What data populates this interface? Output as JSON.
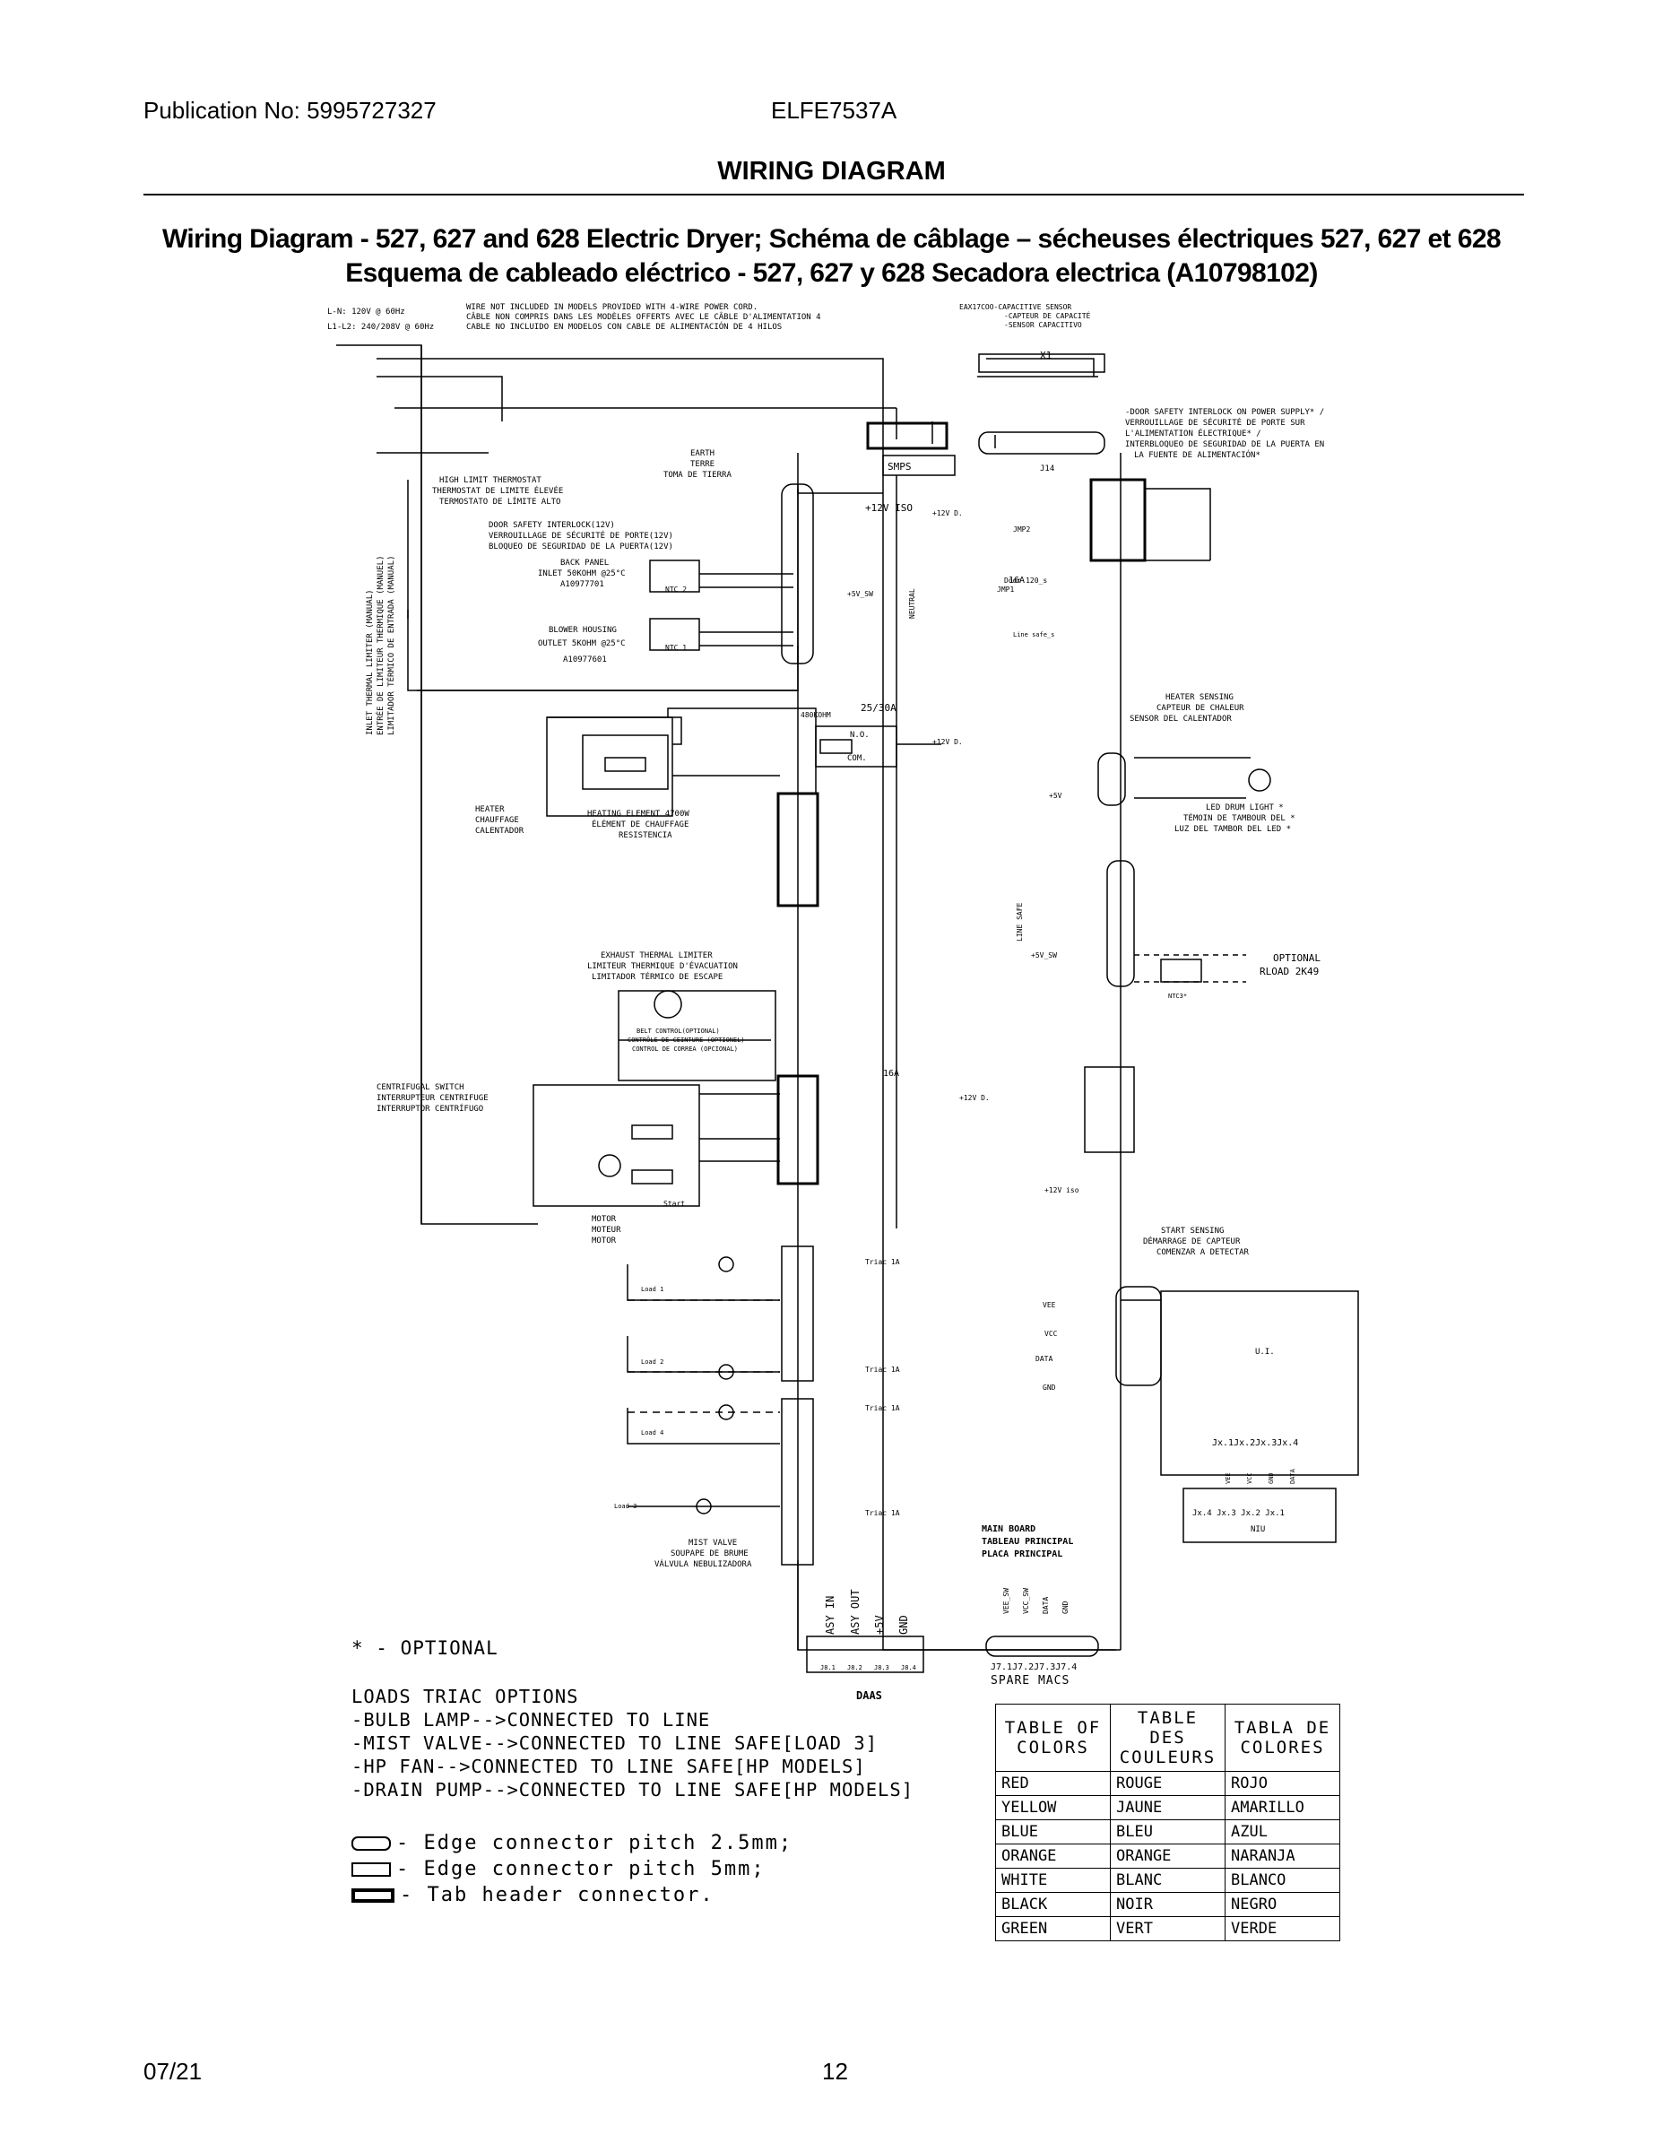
{
  "header": {
    "publication": "Publication No: 5995727327",
    "model": "ELFE7537A",
    "section": "WIRING DIAGRAM"
  },
  "title": {
    "line1": "Wiring Diagram - 527, 627 and 628 Electric Dryer; Schéma de câblage – sécheuses électriques 527, 627 et 628",
    "line2": "Esquema de cableado eléctrico - 527, 627 y 628 Secadora electrica (A10798102)"
  },
  "diagram": {
    "supply": [
      "L-N: 120V @ 60Hz",
      "L1-L2: 240/208V @ 60Hz"
    ],
    "wire_note": [
      "WIRE NOT INCLUDED IN MODELS PROVIDED WITH 4-WIRE POWER CORD.",
      "CÂBLE NON COMPRIS DANS LES MODÈLES OFFERTS AVEC LE CÂBLE D'ALIMENTATION 4",
      "CABLE NO INCLUIDO EN MODELOS CON CABLE DE ALIMENTACIÓN DE 4 HILOS"
    ],
    "sensor_note": [
      "EAX17COO-CAPACITIVE SENSOR",
      "-CAPTEUR DE CAPACITÉ",
      "-SENSOR CAPACITIVO"
    ],
    "door_note": [
      "-DOOR SAFETY INTERLOCK ON POWER SUPPLY* /",
      "VERROUILLAGE DE SÉCURITÉ DE PORTE SUR",
      "L'ALIMENTATION ÉLECTRIQUE* /",
      "INTERBLOQUEO DE SEGURIDAD DE LA PUERTA EN",
      "LA FUENTE DE ALIMENTACIÓN*"
    ],
    "earth": [
      "EARTH",
      "TERRE",
      "TOMA DE TIERRA"
    ],
    "high_limit": [
      "HIGH LIMIT THERMOSTAT",
      "THERMOSTAT DE LIMITE ÉLEVÉE",
      "TERMOSTATO DE LÍMITE ALTO"
    ],
    "door12": [
      "DOOR SAFETY INTERLOCK(12V)",
      "VERROUILLAGE DE SÉCURITÉ DE PORTE(12V)",
      "BLOQUEO DE SEGURIDAD DE LA PUERTA(12V)"
    ],
    "back_panel": [
      "BACK PANEL",
      "INLET 50KOHM @25°C",
      "A10977701"
    ],
    "blower": [
      "BLOWER HOUSING",
      "OUTLET 5KOHM @25°C",
      "A10977601"
    ],
    "inlet_limiter": [
      "INLET THERMAL LIMITER (MANUAL)",
      "ENTRÉE DE LIMITEUR THERMIQUE (MANUEL)",
      "LIMITADOR TÉRMICO DE ENTRADA (MANUAL)"
    ],
    "heater": [
      "HEATER",
      "CHAUFFAGE",
      "CALENTADOR"
    ],
    "heating_element": [
      "HEATING ELEMENT 4700W",
      "ÉLÉMENT DE CHAUFFAGE",
      "RESISTENCIA"
    ],
    "heater_sensing": [
      "HEATER SENSING",
      "CAPTEUR DE CHALEUR",
      "SENSOR DEL CALENTADOR"
    ],
    "led": [
      "LED DRUM LIGHT *",
      "TÉMOIN DE TAMBOUR DEL *",
      "LUZ DEL TAMBOR DEL LED *"
    ],
    "optional_rload": [
      "OPTIONAL",
      "RLOAD 2K49"
    ],
    "exhaust": [
      "EXHAUST THERMAL LIMITER",
      "LIMITEUR THERMIQUE D'ÉVACUATION",
      "LIMITADOR TÉRMICO DE ESCAPE"
    ],
    "belt": [
      "BELT CONTROL(OPTIONAL)",
      "CONTRÔLE DE CEINTURE (OPTIONEL)",
      "CONTROL DE CORREA (OPCIONAL)"
    ],
    "centrifugal": [
      "CENTRIFUGAL SWITCH",
      "INTERRUPTEUR CENTRIFUGE",
      "INTERRUPTOR CENTRÍFUGO"
    ],
    "motor": [
      "MOTOR",
      "MOTEUR",
      "MOTOR"
    ],
    "start_sensing": [
      "START SENSING",
      "DÉMARRAGE DE CAPTEUR",
      "COMENZAR A DETECTAR"
    ],
    "mist": [
      "MIST VALVE",
      "SOUPAPE DE BRUME",
      "VÁLVULA NEBULIZADORA"
    ],
    "main_board": [
      "MAIN BOARD",
      "TABLEAU PRINCIPAL",
      "PLACA PRINCIPAL"
    ],
    "daas_pins": [
      "ASY IN",
      "ASY OUT",
      "+5V",
      "GND"
    ],
    "daas_conn": [
      "J8.1",
      "J8.2",
      "J8.3",
      "J8.4"
    ],
    "daas": "DAAS",
    "macs_pins": [
      "VEE_SW",
      "VCC_SW",
      "DATA",
      "GND"
    ],
    "macs_conn": "J7.1J7.2J7.3J7.4",
    "macs": "SPARE MACS",
    "ui_pins": [
      "VEE",
      "VCC",
      "DATA",
      "GND"
    ],
    "ui_label": "U.I.",
    "niu_conn": "Jx.4 Jx.3 Jx.2 Jx.1",
    "niu": "NIU",
    "niu_top": "Jx.1Jx.2Jx.3Jx.4",
    "niu_pins": [
      "VEE",
      "VCC",
      "GND",
      "DATA"
    ],
    "x1": "X1",
    "j14": "J14",
    "smps": "SMPS",
    "relay": "25/30A",
    "ohm": "480KOHM",
    "no": "N.O.",
    "com": "COM.",
    "neutral": "NEUTRAL",
    "line_safe": "LINE SAFE",
    "jmp2": "JMP2",
    "jmp1": "JMP1",
    "door120": "Door 120_s",
    "line_safe_s": "Line safe_s",
    "a16": "16A",
    "triac": "Triac 1A",
    "loads": [
      "Load 1",
      "Load 2",
      "Load 4",
      "Load 3"
    ],
    "start": "Start",
    "iso": "+12V ISO",
    "twelve_v": "+12V D.",
    "five_v_sw": "+5V_SW",
    "five_v": "+5V",
    "twelve_iso": "+12V iso",
    "ntc": [
      "NTC 2",
      "NTC 1",
      "NTC3*"
    ]
  },
  "notes": {
    "optional": "* - OPTIONAL",
    "loads_header": "LOADS TRIAC OPTIONS",
    "loads": [
      "-BULB LAMP-->CONNECTED TO LINE",
      "-MIST VALVE-->CONNECTED TO LINE SAFE[LOAD 3]",
      "-HP FAN-->CONNECTED TO LINE SAFE[HP MODELS]",
      "-DRAIN PUMP-->CONNECTED TO LINE SAFE[HP MODELS]"
    ],
    "legend": [
      "- Edge connector pitch 2.5mm;",
      "- Edge connector pitch 5mm;",
      "- Tab header connector."
    ]
  },
  "color_table": {
    "headers": [
      "TABLE OF COLORS",
      "TABLE DES COULEURS",
      "TABLA DE COLORES"
    ],
    "rows": [
      [
        "RED",
        "ROUGE",
        "ROJO"
      ],
      [
        "YELLOW",
        "JAUNE",
        "AMARILLO"
      ],
      [
        "BLUE",
        "BLEU",
        "AZUL"
      ],
      [
        "ORANGE",
        "ORANGE",
        "NARANJA"
      ],
      [
        "WHITE",
        "BLANC",
        "BLANCO"
      ],
      [
        "BLACK",
        "NOIR",
        "NEGRO"
      ],
      [
        "GREEN",
        "VERT",
        "VERDE"
      ]
    ]
  },
  "footer": {
    "date": "07/21",
    "page": "12"
  }
}
